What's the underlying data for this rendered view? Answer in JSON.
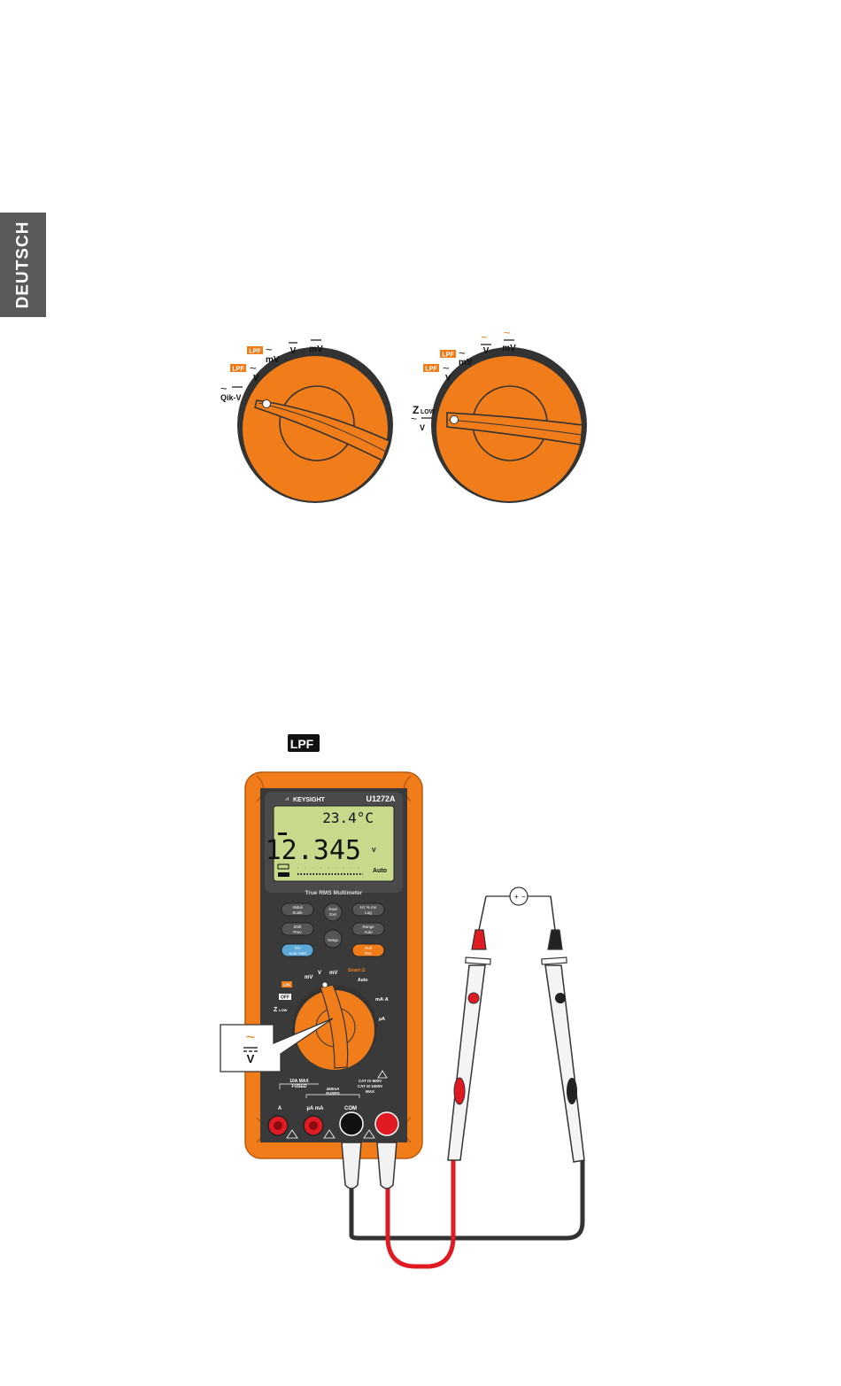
{
  "sidebar": {
    "language_tab": "DEUTSCH"
  },
  "colors": {
    "orange": "#F07D1A",
    "dark": "#333333",
    "lcd": "#C7D98A",
    "red": "#E01A22",
    "blue": "#5BA9D9"
  },
  "dial_left": {
    "lpf_mv": "LPF",
    "mv": "mV",
    "v_dc": "V",
    "mv_dc": "mV",
    "lpf_v": "LPF",
    "v_ac": "V",
    "qikv": "Qik-V"
  },
  "dial_right": {
    "lpf_mv": "LPF",
    "mv": "mV",
    "v_acdc": "V",
    "mv_acdc": "mV",
    "lpf_v": "LPF",
    "v_ac": "V",
    "zlow": "Z",
    "zlow_sub": "LOW",
    "zlow_v": "V"
  },
  "lpf_badge": "LPF",
  "meter": {
    "brand": "KEYSIGHT",
    "model": "U1272A",
    "secondary_reading": "23.4°C",
    "primary_reading": "12.345",
    "primary_unit": "V",
    "auto": "Auto",
    "subtitle": "True RMS Multimeter",
    "buttons": {
      "b1a": "AMuli",
      "b1b": "Scale",
      "b2a": "Dual",
      "b2b": "Exit",
      "b3a": "Hz % ms",
      "b3b": "Log",
      "b4a": "Shift",
      "b4b": "Prev",
      "b5": "Setup",
      "b6a": "Range",
      "b6b": "Auto",
      "b7a": "T/H",
      "b7b": "Auto Hold",
      "b8a": "Null",
      "b8b": "Esc"
    },
    "dial_labels": {
      "mv": "mV",
      "v": "V",
      "mvdc": "mV",
      "smart": "Smart Ω",
      "auto": "Auto",
      "lpf": "LPF",
      "off": "OFF",
      "zlow": "Z",
      "zlow_sub": "LOW",
      "maa": "mA·A",
      "ua": "µA"
    },
    "callout_symbol": "V",
    "ratings": {
      "ten_a": "10A MAX",
      "fused": "FUSED",
      "ma": "440mA",
      "ma_fused": "FUSED",
      "cat1": "CAT IV  600V",
      "cat2": "CAT III 1000V",
      "max": "MAX"
    },
    "terminals": {
      "a": "A",
      "ua_ma": "µA mA",
      "com": "COM"
    }
  }
}
